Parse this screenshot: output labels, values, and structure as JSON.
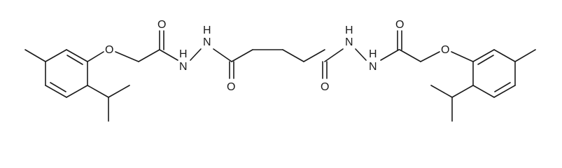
{
  "molecule": {
    "atom_labels": {
      "o_ether_left": "O",
      "o_carbonyl_left": "O",
      "nh_left_1": "H\nN",
      "nh_left_2": "N\nH",
      "o_carbonyl_mid_left": "O",
      "o_carbonyl_mid_right": "O",
      "nh_right_1": "N\nH",
      "nh_right_2": "H\nN",
      "o_carbonyl_right": "O",
      "o_ether_right": "O"
    }
  }
}
